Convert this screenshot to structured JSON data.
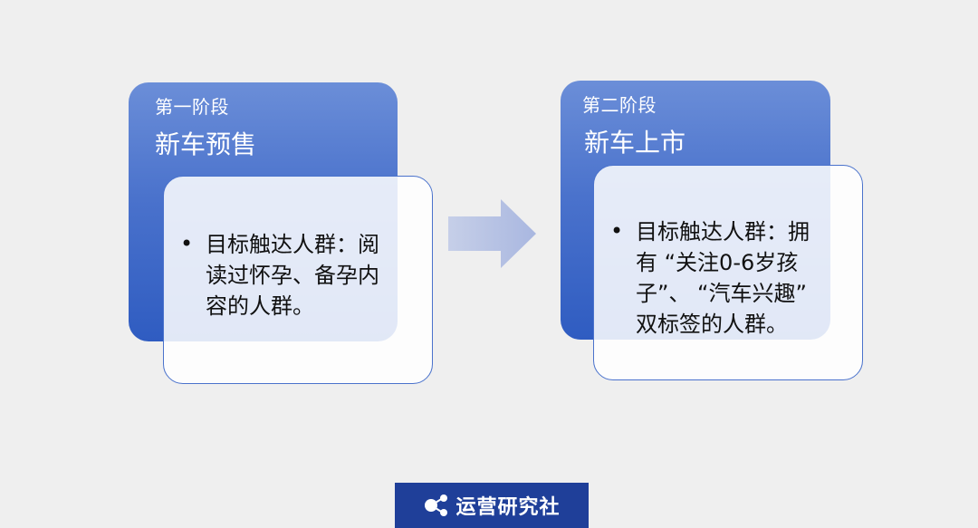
{
  "stages": [
    {
      "label": "第一阶段",
      "title": "新车预售",
      "detail_lines": [
        "目标触达人群：阅",
        "读过怀孕、备孕内",
        "容的人群。"
      ]
    },
    {
      "label": "第二阶段",
      "title": "新车上市",
      "detail_lines": [
        "目标触达人群：拥",
        "有 “关注0-6岁孩",
        "子”、 “汽车兴趣”",
        "双标签的人群。"
      ]
    }
  ],
  "bullet_symbol": "•",
  "logo": {
    "text": "运营研究社",
    "icon": "molecule-icon"
  },
  "colors": {
    "card_top": "#6b8ed8",
    "card_bottom": "#2f5cc1",
    "logo_bg": "#1f3f99",
    "arrow": "#b4c0e2"
  }
}
